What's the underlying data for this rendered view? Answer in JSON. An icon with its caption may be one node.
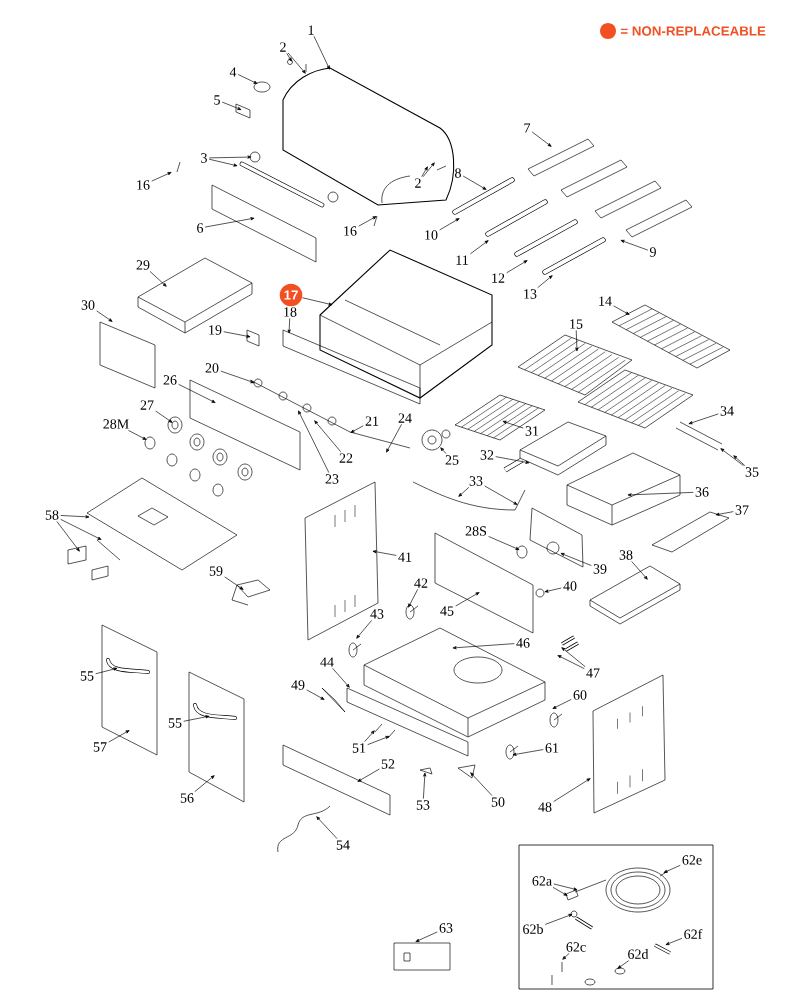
{
  "diagram": {
    "nodes": [
      {
        "text": [
          "1"
        ]
      },
      {
        "text": [
          "2"
        ]
      },
      {
        "text": [
          "4"
        ]
      },
      {
        "text": [
          "5"
        ]
      },
      {
        "text": [
          "3"
        ]
      },
      {
        "text": [
          "16"
        ]
      },
      {
        "text": [
          "6"
        ]
      },
      {
        "text": [
          "16"
        ]
      },
      {
        "text": [
          "7"
        ]
      },
      {
        "text": [
          "8"
        ]
      },
      {
        "text": [
          "2"
        ]
      },
      {
        "text": [
          "10"
        ]
      },
      {
        "text": [
          "11"
        ]
      },
      {
        "text": [
          "12"
        ]
      },
      {
        "text": [
          "13"
        ]
      },
      {
        "text": [
          "9"
        ]
      },
      {
        "text": [
          "29"
        ]
      },
      {
        "text": [
          "17"
        ]
      },
      {
        "text": [
          "30"
        ]
      },
      {
        "text": [
          "14"
        ]
      },
      {
        "text": [
          "15"
        ]
      },
      {
        "text": [
          "18"
        ]
      },
      {
        "text": [
          "19"
        ]
      },
      {
        "text": [
          "20"
        ]
      },
      {
        "text": [
          "26"
        ]
      },
      {
        "text": [
          "27"
        ]
      },
      {
        "text": [
          "28M"
        ]
      },
      {
        "text": [
          "21"
        ]
      },
      {
        "text": [
          "24"
        ]
      },
      {
        "text": [
          "22"
        ]
      },
      {
        "text": [
          "23"
        ]
      },
      {
        "text": [
          "25"
        ]
      },
      {
        "text": [
          "31"
        ]
      },
      {
        "text": [
          "32"
        ]
      },
      {
        "text": [
          "34"
        ]
      },
      {
        "text": [
          "35"
        ]
      },
      {
        "text": [
          "33"
        ]
      },
      {
        "text": [
          "36"
        ]
      },
      {
        "text": [
          "37"
        ]
      },
      {
        "text": [
          "58"
        ]
      },
      {
        "text": [
          "28S"
        ]
      },
      {
        "text": [
          "39"
        ]
      },
      {
        "text": [
          "41"
        ]
      },
      {
        "text": [
          "59"
        ]
      },
      {
        "text": [
          "38"
        ]
      },
      {
        "text": [
          "42"
        ]
      },
      {
        "text": [
          "40"
        ]
      },
      {
        "text": [
          "43"
        ]
      },
      {
        "text": [
          "45"
        ]
      },
      {
        "text": [
          "46"
        ]
      },
      {
        "text": [
          "47"
        ]
      },
      {
        "text": [
          "55"
        ]
      },
      {
        "text": [
          "44"
        ]
      },
      {
        "text": [
          "49"
        ]
      },
      {
        "text": [
          "60"
        ]
      },
      {
        "text": [
          "55"
        ]
      },
      {
        "text": [
          "57"
        ]
      },
      {
        "text": [
          "61"
        ]
      },
      {
        "text": [
          "51"
        ]
      },
      {
        "text": [
          "52"
        ]
      },
      {
        "text": [
          "48"
        ]
      },
      {
        "text": [
          "53"
        ]
      },
      {
        "text": [
          "50"
        ]
      },
      {
        "text": [
          "56"
        ]
      },
      {
        "text": [
          "54"
        ]
      },
      {
        "text": [],
        "shape": "box"
      },
      {
        "text": [
          "62a"
        ],
        "in": 65
      },
      {
        "text": [
          "62e"
        ],
        "in": 65
      },
      {
        "text": [
          "63"
        ]
      },
      {
        "text": [
          "62b"
        ],
        "in": 65
      },
      {
        "text": [
          "62f"
        ],
        "in": 65
      },
      {
        "text": [
          "62c"
        ],
        "in": 65
      },
      {
        "text": [
          "62d"
        ],
        "in": 65
      }
    ],
    "edges": [
      {
        "from": 0,
        "to": null,
        "arrow": "to"
      },
      {
        "from": 1,
        "to": null,
        "arrow": "to"
      },
      {
        "from": 1,
        "to": null,
        "arrow": "to"
      },
      {
        "from": 2,
        "to": null,
        "arrow": "to"
      },
      {
        "from": 3,
        "to": null,
        "arrow": "to"
      },
      {
        "from": 4,
        "to": null,
        "arrow": "to"
      },
      {
        "from": 4,
        "to": null,
        "arrow": "to"
      },
      {
        "from": 5,
        "to": null,
        "arrow": "to"
      },
      {
        "from": 6,
        "to": null,
        "arrow": "to"
      },
      {
        "from": 7,
        "to": null,
        "arrow": "to"
      },
      {
        "from": 8,
        "to": null,
        "arrow": "to"
      },
      {
        "from": 9,
        "to": null,
        "arrow": "to"
      },
      {
        "from": 10,
        "to": null,
        "arrow": "to"
      },
      {
        "from": 10,
        "to": null,
        "arrow": "to"
      },
      {
        "from": 11,
        "to": null,
        "arrow": "to"
      },
      {
        "from": 12,
        "to": null,
        "arrow": "to"
      },
      {
        "from": 13,
        "to": null,
        "arrow": "to"
      },
      {
        "from": 14,
        "to": null,
        "arrow": "to"
      },
      {
        "from": 15,
        "to": null,
        "arrow": "to"
      },
      {
        "from": 16,
        "to": null,
        "arrow": "to"
      },
      {
        "from": 17,
        "to": null,
        "arrow": "to"
      },
      {
        "from": 18,
        "to": null,
        "arrow": "to"
      },
      {
        "from": 19,
        "to": null,
        "arrow": "to"
      },
      {
        "from": 20,
        "to": null,
        "arrow": "to"
      },
      {
        "from": 21,
        "to": null,
        "arrow": "to"
      },
      {
        "from": 22,
        "to": null,
        "arrow": "to"
      },
      {
        "from": 23,
        "to": null,
        "arrow": "to"
      },
      {
        "from": 24,
        "to": null,
        "arrow": "to"
      },
      {
        "from": 25,
        "to": null,
        "arrow": "to"
      },
      {
        "from": 26,
        "to": null,
        "arrow": "to"
      },
      {
        "from": 27,
        "to": null,
        "arrow": "to"
      },
      {
        "from": 28,
        "to": null,
        "arrow": "to"
      },
      {
        "from": 29,
        "to": null,
        "arrow": "to"
      },
      {
        "from": 30,
        "to": null,
        "arrow": "to"
      },
      {
        "from": 31,
        "to": null,
        "arrow": "to"
      },
      {
        "from": 32,
        "to": null,
        "arrow": "to"
      },
      {
        "from": 33,
        "to": null,
        "arrow": "to"
      },
      {
        "from": 34,
        "to": null,
        "arrow": "to"
      },
      {
        "from": 35,
        "to": null,
        "arrow": "to"
      },
      {
        "from": 35,
        "to": null,
        "arrow": "to"
      },
      {
        "from": 36,
        "to": null,
        "arrow": "to"
      },
      {
        "from": 36,
        "to": null,
        "arrow": "to"
      },
      {
        "from": 37,
        "to": null,
        "arrow": "to"
      },
      {
        "from": 38,
        "to": null,
        "arrow": "to"
      },
      {
        "from": 39,
        "to": null,
        "arrow": "to"
      },
      {
        "from": 39,
        "to": null,
        "arrow": "to"
      },
      {
        "from": 39,
        "to": null,
        "arrow": "to"
      },
      {
        "from": 40,
        "to": null,
        "arrow": "to"
      },
      {
        "from": 41,
        "to": null,
        "arrow": "to"
      },
      {
        "from": 42,
        "to": null,
        "arrow": "to"
      },
      {
        "from": 43,
        "to": null,
        "arrow": "to"
      },
      {
        "from": 44,
        "to": null,
        "arrow": "to"
      },
      {
        "from": 45,
        "to": null,
        "arrow": "to"
      },
      {
        "from": 46,
        "to": null,
        "arrow": "to"
      },
      {
        "from": 47,
        "to": null,
        "arrow": "to"
      },
      {
        "from": 48,
        "to": null,
        "arrow": "to"
      },
      {
        "from": 49,
        "to": null,
        "arrow": "to"
      },
      {
        "from": 50,
        "to": null,
        "arrow": "to"
      },
      {
        "from": 50,
        "to": null,
        "arrow": "to"
      },
      {
        "from": 51,
        "to": null,
        "arrow": "to"
      },
      {
        "from": 52,
        "to": null,
        "arrow": "to"
      },
      {
        "from": 53,
        "to": null,
        "arrow": "to"
      },
      {
        "from": 54,
        "to": null,
        "arrow": "to"
      },
      {
        "from": 55,
        "to": null,
        "arrow": "to"
      },
      {
        "from": 56,
        "to": null,
        "arrow": "to"
      },
      {
        "from": 57,
        "to": null,
        "arrow": "to"
      },
      {
        "from": 58,
        "to": null,
        "arrow": "to"
      },
      {
        "from": 58,
        "to": null,
        "arrow": "to"
      },
      {
        "from": 59,
        "to": null,
        "arrow": "to"
      },
      {
        "from": 60,
        "to": null,
        "arrow": "to"
      },
      {
        "from": 61,
        "to": null,
        "arrow": "to"
      },
      {
        "from": 62,
        "to": null,
        "arrow": "to"
      },
      {
        "from": 63,
        "to": null,
        "arrow": "to"
      },
      {
        "from": 64,
        "to": null,
        "arrow": "to"
      },
      {
        "from": 66,
        "to": null,
        "arrow": "to"
      },
      {
        "from": 66,
        "to": null,
        "arrow": "to"
      },
      {
        "from": 67,
        "to": null,
        "arrow": "to"
      },
      {
        "from": 68,
        "to": null,
        "arrow": "to"
      },
      {
        "from": 69,
        "to": null,
        "arrow": "to"
      },
      {
        "from": 70,
        "to": null,
        "arrow": "to"
      },
      {
        "from": 71,
        "to": null,
        "arrow": "to"
      },
      {
        "from": 72,
        "to": null,
        "arrow": "to"
      }
    ],
    "legend": [
      {
        "text": "= NON-REPLACEABLE",
        "color": "#f25022"
      }
    ]
  }
}
